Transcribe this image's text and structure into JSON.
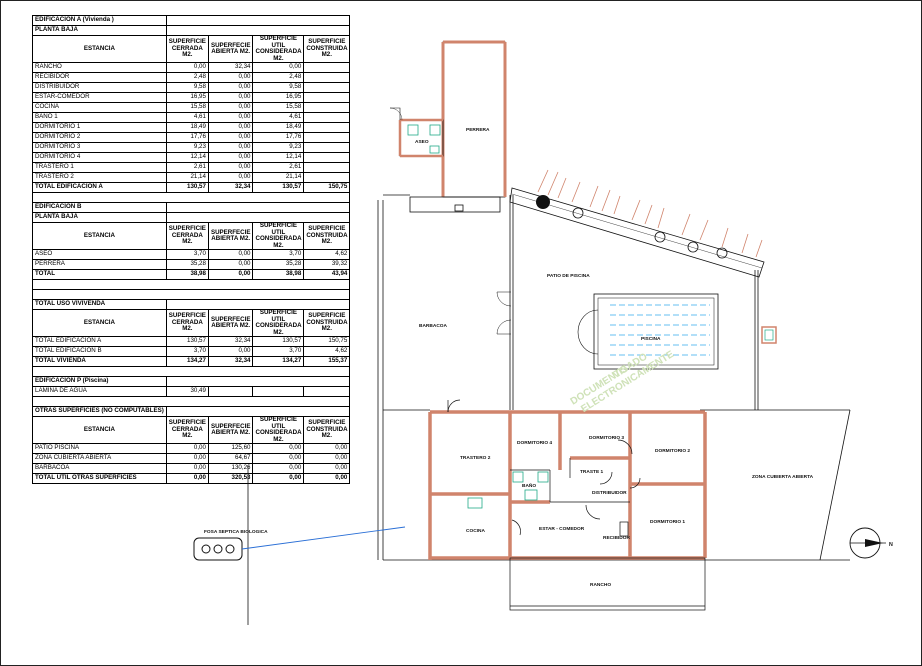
{
  "headers": {
    "estancia": "ESTANCIA",
    "cerrada": "SUPERFICIE CERRADA M2.",
    "abierta": "SUPERFECIE ABIERTA  M2.",
    "util": "SUPERFICIE UTIL CONSIDERADA M2.",
    "construida": "SUPERFICIE CONSTRUIDA M2."
  },
  "edificacion_a": {
    "title": "EDIFICACION  A   (Vivienda )",
    "subtitle": "PLANTA BAJA",
    "rows": [
      [
        "RANCHO",
        "0,00",
        "32,34",
        "0,00",
        ""
      ],
      [
        "RECIBIDOR",
        "2,48",
        "0,00",
        "2,48",
        ""
      ],
      [
        "DISTRIBUIDOR",
        "9,58",
        "0,00",
        "9,58",
        ""
      ],
      [
        "ESTAR-COMEDOR",
        "16,95",
        "0,00",
        "16,95",
        ""
      ],
      [
        "COCINA",
        "15,58",
        "0,00",
        "15,58",
        ""
      ],
      [
        "BAÑO 1",
        "4,61",
        "0,00",
        "4,61",
        ""
      ],
      [
        "DORMITORIO 1",
        "18,49",
        "0,00",
        "18,49",
        ""
      ],
      [
        "DORMITORIO 2",
        "17,76",
        "0,00",
        "17,76",
        ""
      ],
      [
        "DORMITORIO 3",
        "9,23",
        "0,00",
        "9,23",
        ""
      ],
      [
        "DORMITORIO 4",
        "12,14",
        "0,00",
        "12,14",
        ""
      ],
      [
        "TRASTERO 1",
        "2,61",
        "0,00",
        "2,61",
        ""
      ],
      [
        "TRASTERO 2",
        "21,14",
        "0,00",
        "21,14",
        ""
      ]
    ],
    "total": [
      "TOTAL  EDIFICACION A",
      "130,57",
      "32,34",
      "130,57",
      "150,75"
    ]
  },
  "edificacion_b": {
    "title": "EDIFICACION B",
    "subtitle": "PLANTA BAJA",
    "rows": [
      [
        "ASEO",
        "3,70",
        "0,00",
        "3,70",
        "4,62"
      ],
      [
        "PERRERA",
        "35,28",
        "0,00",
        "35,28",
        "39,32"
      ]
    ],
    "total": [
      "TOTAL",
      "38,98",
      "0,00",
      "38,98",
      "43,94"
    ]
  },
  "uso_vivienda": {
    "title": "TOTAL USO VIVIVENDA",
    "rows": [
      [
        "TOTAL EDIFICACION  A",
        "130,57",
        "32,34",
        "130,57",
        "150,75"
      ],
      [
        "TOTAL EDIFICACION  B",
        "3,70",
        "0,00",
        "3,70",
        "4,62"
      ]
    ],
    "total": [
      "TOTAL VIVIENDA",
      "134,27",
      "32,34",
      "134,27",
      "155,37"
    ]
  },
  "edificacion_p": {
    "title": "EDIFICACION      P (Piscina)",
    "rows": [
      [
        "LAMINA DE AGUA",
        "30,49",
        "",
        "",
        ""
      ]
    ]
  },
  "otras": {
    "title": "OTRAS SUPERFICIES (NO COMPUTABLES)",
    "rows": [
      [
        "PATIO PISCINA",
        "0,00",
        "125,60",
        "0,00",
        "0,00"
      ],
      [
        "ZONA CUBIERTA ABIERTA",
        "0,00",
        "64,67",
        "0,00",
        "0,00"
      ],
      [
        "BARBACOA",
        "0,00",
        "130,26",
        "0,00",
        "0,00"
      ]
    ],
    "total": [
      "TOTAL UTIL OTRAS SUPERFICIES",
      "0,00",
      "320,53",
      "0,00",
      "0,00"
    ]
  },
  "plan": {
    "rooms": {
      "perrera": "PERRERA",
      "aseo": "ASEO",
      "patio": "PATIO  DE  PISCINA",
      "barbacoa": "BARBACOA",
      "piscina": "PISCINA",
      "trastero2": "TRASTERO   2",
      "dormitorio4": "DORMITORIO  4",
      "dormitorio3": "DORMITORIO  3",
      "dormitorio2": "DORMITORIO  2",
      "dormitorio1": "DORMITORIO  1",
      "trastero1": "TRASTE 1",
      "bano": "BAÑO",
      "distribuidor": "DISTRIBUIDOR",
      "estar": "ESTAR - COMEDOR",
      "cocina": "COCINA",
      "recibidor": "RECIBIDOR",
      "rancho": "RANCHO",
      "zona": "ZONA  CUBIERTA  ABIERTA"
    },
    "fosa": "FOSA  SEPTICA  BIOLOGICA",
    "north": "N",
    "watermark": [
      "DOCUMENTO",
      "VISADO",
      "ELECTRONICAMENTE"
    ],
    "colors": {
      "wall": "#d0846c",
      "line": "#111111",
      "fixture": "#22aa88",
      "water": "#33aaee",
      "link": "#2a6fd6",
      "watermark": "#cfe2b8"
    }
  }
}
